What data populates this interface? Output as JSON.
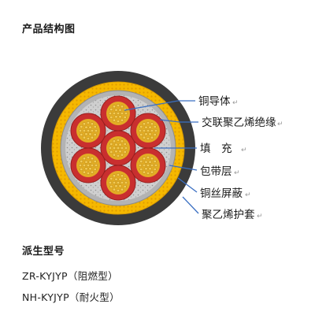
{
  "header": {
    "title": "产品结构图"
  },
  "diagram": {
    "labels": [
      {
        "text": "铜导体",
        "id": "copper-conductor"
      },
      {
        "text": "交联聚乙烯绝缘",
        "id": "xlpe-insulation"
      },
      {
        "text": "填　充",
        "id": "filler"
      },
      {
        "text": "包带层",
        "id": "wrapping-tape"
      },
      {
        "text": "铜丝屏蔽",
        "id": "copper-wire-shield"
      },
      {
        "text": "聚乙烯护套",
        "id": "pe-sheath"
      }
    ],
    "return_mark": "↵",
    "colors": {
      "outer_sheath": "#3a3a3a",
      "shield": "#f1b500",
      "wrap_tape": "#b8b8b8",
      "filler": "#c8c8c8",
      "insulation": "#c62b2b",
      "conductor": "#e5b022",
      "leader": "#3a6fc2"
    },
    "icons": [
      "cable-cross-section-icon"
    ]
  },
  "derived": {
    "title": "派生型号",
    "models": [
      "ZR-KYJYP（阻燃型）",
      "NH-KYJYP（耐火型）"
    ]
  }
}
